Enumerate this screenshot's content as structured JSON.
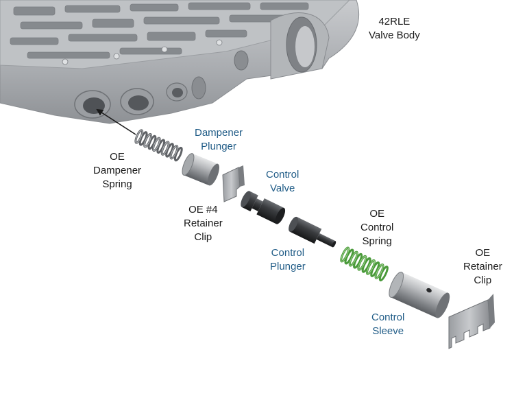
{
  "title": {
    "line1": "42RLE",
    "line2": "Valve Body"
  },
  "labels": {
    "oe_dampener_spring": {
      "lines": [
        "OE",
        "Dampener",
        "Spring"
      ]
    },
    "dampener_plunger": {
      "lines": [
        "Dampener",
        "Plunger"
      ]
    },
    "oe_4_retainer_clip": {
      "lines": [
        "OE #4",
        "Retainer",
        "Clip"
      ]
    },
    "control_valve": {
      "lines": [
        "Control",
        "Valve"
      ]
    },
    "control_plunger": {
      "lines": [
        "Control",
        "Plunger"
      ]
    },
    "oe_control_spring": {
      "lines": [
        "OE",
        "Control",
        "Spring"
      ]
    },
    "oe_retainer_clip": {
      "lines": [
        "OE",
        "Retainer",
        "Clip"
      ]
    },
    "control_sleeve": {
      "lines": [
        "Control",
        "Sleeve"
      ]
    }
  },
  "colors": {
    "oe_label": "#1a1a1a",
    "sonnax_label": "#1f5b86",
    "valve_body": "#a9acb0",
    "green_spring": "#4a9a3a",
    "oe_spring": "#6a6d70"
  }
}
